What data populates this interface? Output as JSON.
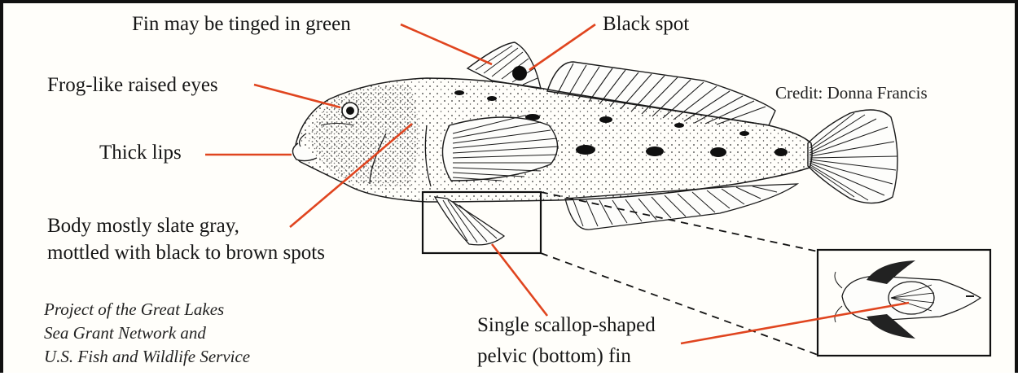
{
  "labels": {
    "fin_green": "Fin may be tinged in green",
    "black_spot": "Black spot",
    "frog_eyes": "Frog-like raised eyes",
    "thick_lips": "Thick lips",
    "body_line1": "Body mostly slate gray,",
    "body_line2": "mottled with black to brown spots",
    "pelvic_line1": "Single scallop-shaped",
    "pelvic_line2": "pelvic (bottom) fin"
  },
  "credit": "Credit: Donna Francis",
  "project": {
    "line1": "Project of the Great Lakes",
    "line2": "Sea Grant Network and",
    "line3": "U.S. Fish and Wildlife Service"
  },
  "colors": {
    "leader": "#e0451f",
    "ink": "#1a1a1a",
    "background": "#fffefa"
  }
}
